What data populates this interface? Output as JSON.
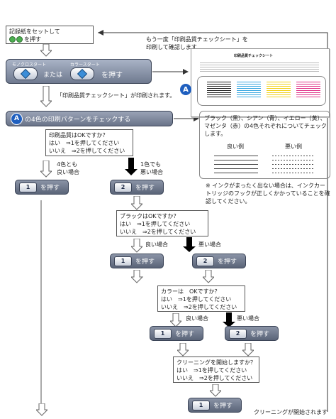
{
  "step1": {
    "line1": "記録紙をセットして",
    "line2": "を押す"
  },
  "reprint": {
    "line1": "もう一度「印刷品質チェックシート」を",
    "line2": "印刷して確認します"
  },
  "start_panel": {
    "mono_label": "モノクロスタート",
    "color_label": "カラースタート",
    "or_text": "または",
    "press_text": "を押す"
  },
  "printed_note": "「印刷品質チェックシート」が印刷されます。",
  "sheet": {
    "title": "印刷品質チェックシート",
    "marker": "A"
  },
  "check_step": {
    "marker": "A",
    "text": "の4色の印刷パターンをチェックする"
  },
  "info_box": {
    "text": "ブラック（黒）、シアン（青）、イエロー（黄）、マゼンタ（赤）の4色それぞれについてチェックします。",
    "good_label": "良い例",
    "bad_label": "悪い例"
  },
  "ink_note": "※ インクがまったく出ない場合は、インクカートリッジのフックが正しくかかっていることを確認してください。",
  "q1": {
    "line1": "印刷品質はOKですか？",
    "line2": "はい　⇒1を押してください",
    "line3": "いいえ　⇒2を押してください"
  },
  "q1_ok": {
    "line1": "4色とも",
    "line2": "良い場合"
  },
  "q1_ng": {
    "line1": "1色でも",
    "line2": "悪い場合"
  },
  "q2": {
    "line1": "ブラックはOKですか？",
    "line2": "はい　⇒1を押してください",
    "line3": "いいえ　⇒2を押してください"
  },
  "q3": {
    "line1": "カラーは　OKですか？",
    "line2": "はい　⇒1を押してください",
    "line3": "いいえ　⇒2を押してください"
  },
  "q4": {
    "line1": "クリーニングを開始しますか？",
    "line2": "はい　⇒1を押してください",
    "line3": "いいえ　⇒2を押してください"
  },
  "good_case": "良い場合",
  "bad_case": "悪い場合",
  "key1": "1",
  "key2": "2",
  "press": "を押す",
  "cleaning_start": "クリーニングが開始されます",
  "colors": {
    "button_dark": "#5a6478",
    "marker_blue": "#1f5fbf",
    "cyan": "#3aa7e0",
    "yellow": "#f2d21b",
    "magenta": "#e0358a",
    "black": "#222222"
  }
}
